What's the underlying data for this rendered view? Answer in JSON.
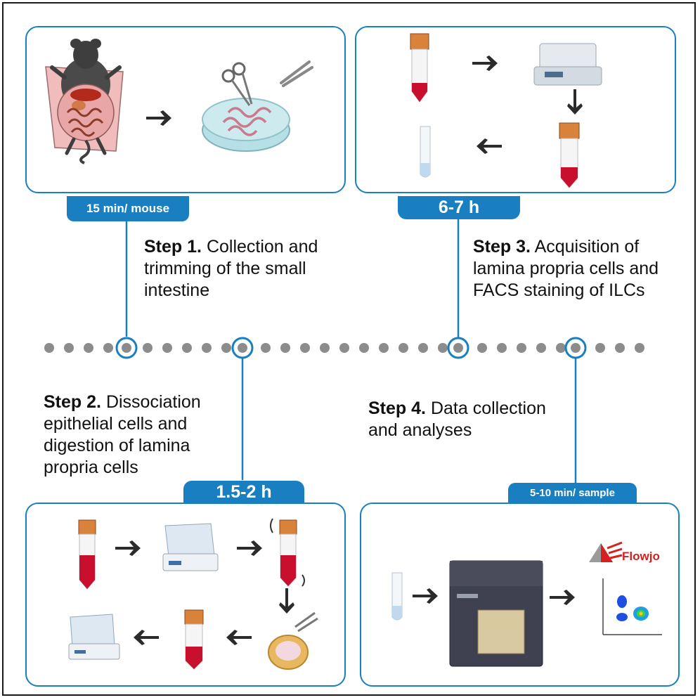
{
  "steps": [
    {
      "label": "Step 1.",
      "text": "Collection and trimming of the small intestine",
      "time": "15 min/ mouse"
    },
    {
      "label": "Step 2.",
      "text": "Dissociation epithelial cells and digestion of lamina propria cells",
      "time": "1.5-2 h"
    },
    {
      "label": "Step 3.",
      "text": "Acquisition of lamina propria cells and FACS staining of ILCs",
      "time": "6-7 h"
    },
    {
      "label": "Step 4.",
      "text": "Data collection and analyses",
      "time": "5-10 min/ sample"
    }
  ],
  "software_logo": {
    "name": "Flowjo",
    "color": "#d42020"
  },
  "colors": {
    "accent": "#1a7fc1",
    "timeline_dot": "#8c8c8c",
    "blood": "#c8102e",
    "tube_cap": "#d9823b"
  },
  "icons": [
    "mouse-dissection-icon",
    "petri-dish-icon",
    "scissors-icon",
    "forceps-icon",
    "centrifuge-tube-icon",
    "centrifuge-icon",
    "shaker-incubator-icon",
    "flow-cytometer-icon",
    "facs-tube-icon",
    "flowjo-logo-icon",
    "density-plot-icon",
    "arrow-icon"
  ]
}
